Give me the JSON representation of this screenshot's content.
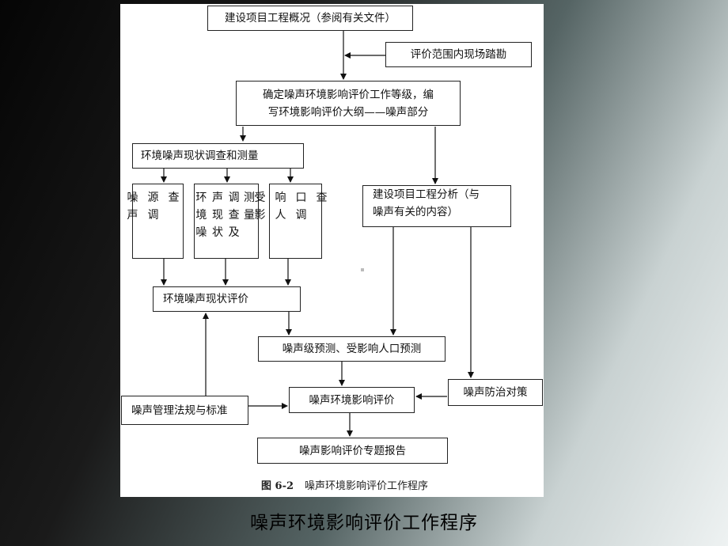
{
  "flowchart": {
    "n1": "建设项目工程概况（参阅有关文件）",
    "n2": "评价范围内现场踏勘",
    "n3_line1": "确定噪声环境影响评价工作等级，编",
    "n3_line2": "写环境影响评价大纲——噪声部分",
    "n4": "环境噪声现状调查和测量",
    "n5": [
      "噪 声",
      "源 调",
      "查"
    ],
    "n6": [
      "环境噪",
      "声现状",
      "调查及",
      "测量"
    ],
    "n7": [
      "受 影",
      "响 人",
      "口 调",
      "查"
    ],
    "n8_line1": "建设项目工程分析（与",
    "n8_line2": "噪声有关的内容）",
    "n9": "环境噪声现状评价",
    "n10": "噪声级预测、受影响人口预测",
    "n11": "噪声防治对策",
    "n12": "噪声管理法规与标准",
    "n13": "噪声环境影响评价",
    "n14": "噪声影响评价专题报告"
  },
  "caption": {
    "figure_no": "图 6-2",
    "text": "噪声环境影响评价工作程序"
  },
  "page_title": "噪声环境影响评价工作程序"
}
